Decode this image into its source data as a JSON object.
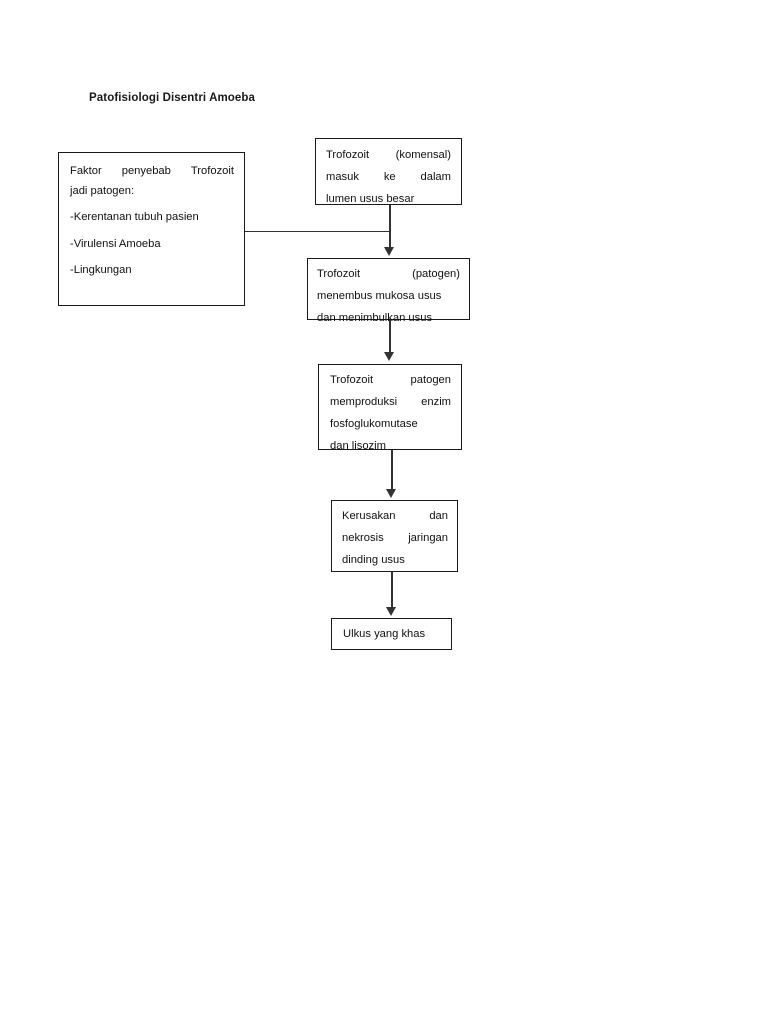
{
  "diagram": {
    "title": "Patofisiologi Disentri Amoeba",
    "type": "flowchart",
    "background_color": "#ffffff",
    "box_border_color": "#1a1a1a",
    "connector_color": "#333333",
    "text_color": "#111111"
  },
  "factors_box": {
    "heading_line_1_a": "Faktor",
    "heading_line_1_b": "penyebab",
    "heading_line_1_c": "Trofozoit",
    "heading_line_2": "jadi patogen:",
    "item_1": "-Kerentanan tubuh pasien",
    "item_2": "-Virulensi Amoeba",
    "item_3": "-Lingkungan"
  },
  "flow": {
    "node_1": {
      "line_1_a": "Trofozoit",
      "line_1_b": "(komensal)",
      "line_2_a": "masuk",
      "line_2_b": "ke",
      "line_2_c": "dalam",
      "line_3": "lumen usus besar"
    },
    "node_2": {
      "line_1_a": "Trofozoit",
      "line_1_b": "(patogen)",
      "line_2": "menembus mukosa usus",
      "line_3": "dan menimbulkan usus"
    },
    "node_3": {
      "line_1_a": "Trofozoit",
      "line_1_b": "patogen",
      "line_2_a": "memproduksi",
      "line_2_b": "enzim",
      "line_3": "fosfoglukomutase",
      "line_4": "dan lisozim"
    },
    "node_4": {
      "line_1_a": "Kerusakan",
      "line_1_b": "dan",
      "line_2_a": "nekrosis",
      "line_2_b": "jaringan",
      "line_3": "dinding usus"
    },
    "node_5": {
      "line_1": "Ulkus yang khas"
    }
  },
  "edges": [
    {
      "name": "factors-to-trofozoit-flow",
      "style": "elbow"
    },
    {
      "name": "node1-to-node2",
      "style": "arrow-down"
    },
    {
      "name": "node2-to-node3",
      "style": "arrow-down"
    },
    {
      "name": "node3-to-node4",
      "style": "arrow-down"
    },
    {
      "name": "node4-to-node5",
      "style": "arrow-down"
    }
  ]
}
